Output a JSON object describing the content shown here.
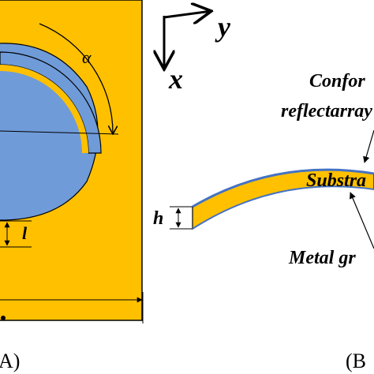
{
  "axes": {
    "y_label": "y",
    "x_label": "x"
  },
  "panel_a": {
    "alpha_label": "α",
    "l_label": "l",
    "caption": "A)",
    "colors": {
      "patch": "#FFC000",
      "disc": "#6F9BD8",
      "arc": "#6F9BD8",
      "outline": "#000000"
    }
  },
  "panel_b": {
    "conformal_line1": "Confor",
    "conformal_line2": "reflectarray",
    "substrate_label": "Substra",
    "metal_label": "Metal gr",
    "h_label": "h",
    "caption": "(B",
    "colors": {
      "substrate": "#FFC000",
      "metal": "#4472C4"
    }
  }
}
